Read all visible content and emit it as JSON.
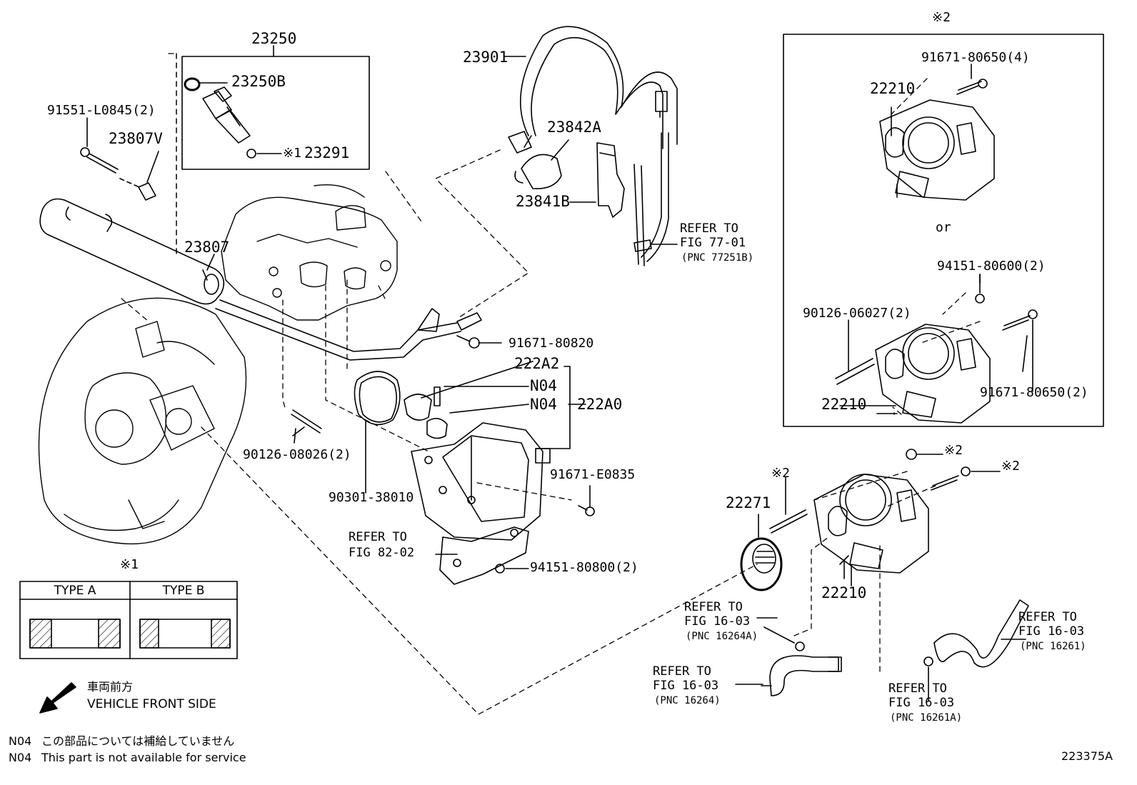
{
  "parts": {
    "p23250": "23250",
    "p23250B": "23250B",
    "p23291": "23291",
    "p23291_mark": "※1",
    "p91551": "91551-L0845(2)",
    "p23807V": "23807V",
    "p23807": "23807",
    "p23901": "23901",
    "p23842A": "23842A",
    "p23841B": "23841B",
    "p91671_80820": "91671-80820",
    "p222A2": "222A2",
    "pN04a": "N04",
    "pN04b": "N04",
    "p222A0": "222A0",
    "p90126_08026": "90126-08026(2)",
    "p90301_38010": "90301-38010",
    "p91671_E0835": "91671-E0835",
    "p94151_80800": "94151-80800(2)",
    "p22271": "22271",
    "p22271_mark": "※2",
    "p22210_main": "22210",
    "mark_nut": "※2",
    "mark_bolt": "※2",
    "box2_mark": "※2",
    "box2_p91671_80650_4": "91671-80650(4)",
    "box2_p22210_top": "22210",
    "box2_or": "or",
    "box2_p94151_80600": "94151-80600(2)",
    "box2_p90126_06027": "90126-06027(2)",
    "box2_p91671_80650_2": "91671-80650(2)",
    "box2_p22210_bottom": "22210"
  },
  "refs": {
    "r77_l1": "REFER TO",
    "r77_l2": "FIG 77-01",
    "r77_l3": "(PNC 77251B)",
    "r82_l1": "REFER TO",
    "r82_l2": "FIG 82-02",
    "r16264A_l1": "REFER TO",
    "r16264A_l2": "FIG 16-03",
    "r16264A_l3": "(PNC 16264A)",
    "r16264_l1": "REFER TO",
    "r16264_l2": "FIG 16-03",
    "r16264_l3": "(PNC 16264)",
    "r16261_l1": "REFER TO",
    "r16261_l2": "FIG 16-03",
    "r16261_l3": "(PNC 16261)",
    "r16261A_l1": "REFER TO",
    "r16261A_l2": "FIG 16-03",
    "r16261A_l3": "(PNC 16261A)"
  },
  "type_table": {
    "mark": "※1",
    "type_a": "TYPE A",
    "type_b": "TYPE B"
  },
  "orientation": {
    "jp": "車両前方",
    "en": "VEHICLE FRONT SIDE"
  },
  "notes": {
    "n1_code": "N04",
    "n1_text": "この部品については補給していません",
    "n2_code": "N04",
    "n2_text": "This part is not available for service"
  },
  "figure_id": "223375A"
}
